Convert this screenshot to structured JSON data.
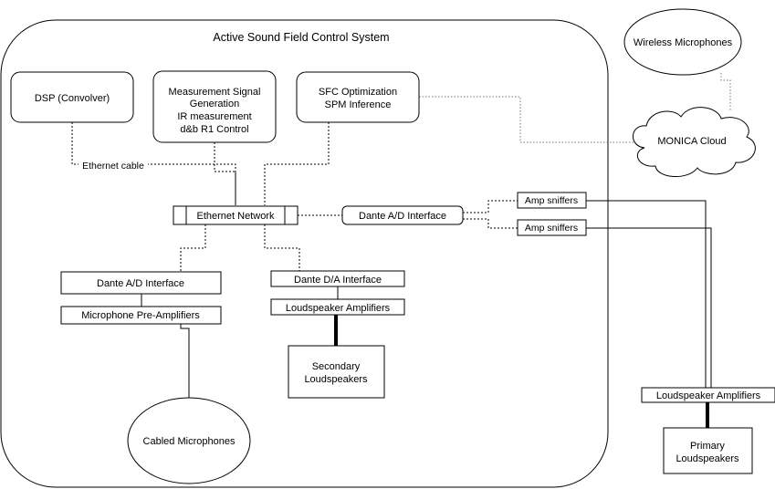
{
  "system": {
    "title": "Active Sound Field Control System"
  },
  "nodes": {
    "dsp": "DSP (Convolver)",
    "measurement": [
      "Measurement Signal",
      "Generation",
      "IR measurement",
      "d&b R1 Control"
    ],
    "sfc": [
      "SFC Optimization",
      "SPM Inference"
    ],
    "wireless": "Wireless Microphones",
    "cloud": "MONICA Cloud",
    "ethernet_network": "Ethernet Network",
    "dante_ad_center": "Dante A/D Interface",
    "amp_sniffers_1": "Amp sniffers",
    "amp_sniffers_2": "Amp sniffers",
    "dante_ad_left": "Dante A/D Interface",
    "mic_preamps": "Microphone Pre-Amplifiers",
    "cabled_mics": "Cabled Microphones",
    "dante_da": "Dante D/A Interface",
    "ls_amps_inner": "Loudspeaker Amplifiers",
    "secondary_ls": [
      "Secondary",
      "Loudspeakers"
    ],
    "ls_amps_outer": "Loudspeaker Amplifiers",
    "primary_ls": [
      "Primary",
      "Loudspeakers"
    ]
  },
  "edge_labels": {
    "ethernet_cable": "Ethernet cable"
  }
}
